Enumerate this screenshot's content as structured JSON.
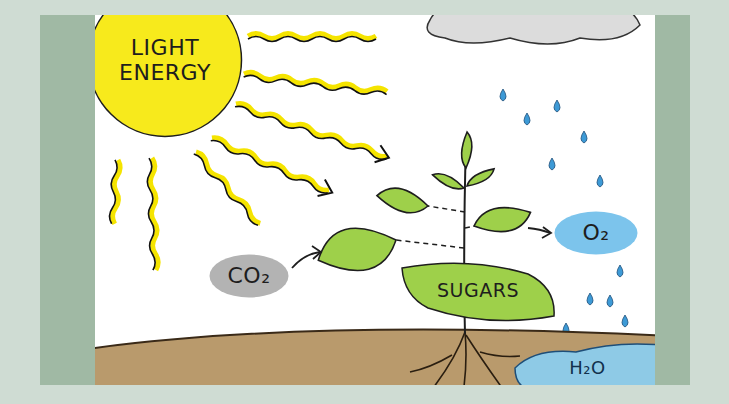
{
  "diagram": {
    "nodes": [
      {
        "text": [
          "LIGHT ENERGY"
        ]
      },
      {
        "text": [
          "CO₂"
        ]
      },
      {
        "text": [
          "SUGARS"
        ]
      },
      {
        "text": [
          "O₂"
        ]
      },
      {
        "text": [
          "H₂O"
        ]
      }
    ]
  }
}
